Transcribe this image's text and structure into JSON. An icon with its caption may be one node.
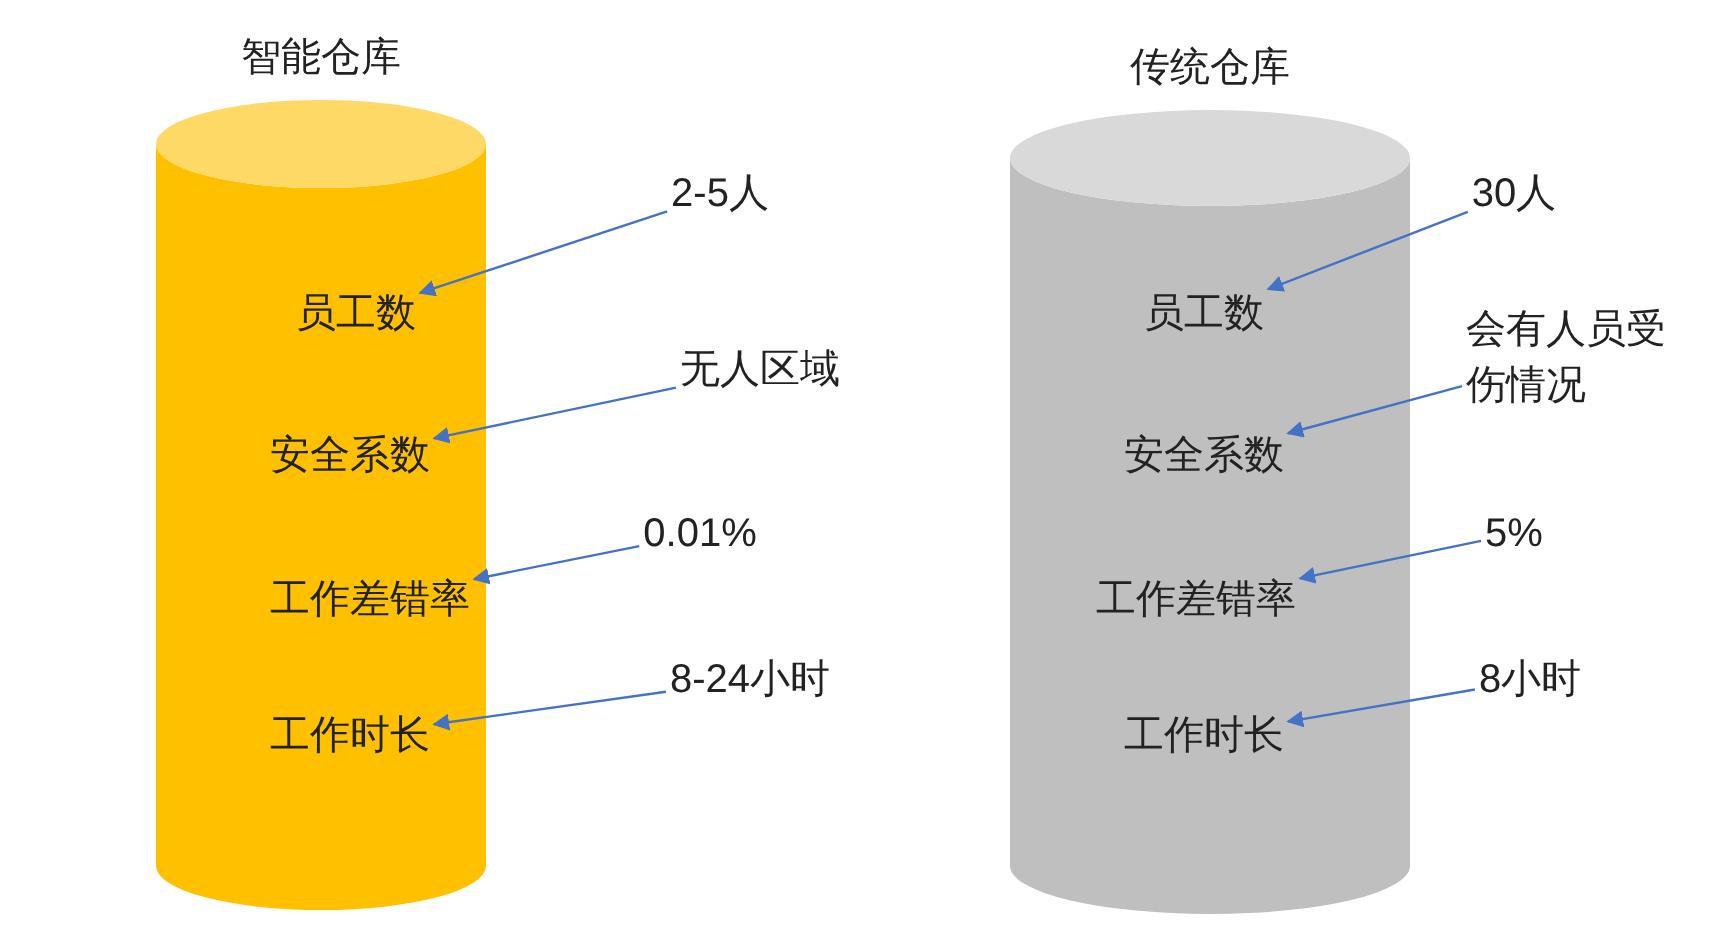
{
  "diagram": {
    "nodes": [
      {
        "text": [
          "智能仓库"
        ]
      },
      {
        "text": [
          "员工数"
        ],
        "in": 0
      },
      {
        "text": [
          "安全系数"
        ],
        "in": 0
      },
      {
        "text": [
          "工作差错率"
        ],
        "in": 0
      },
      {
        "text": [
          "工作时长"
        ],
        "in": 0
      },
      {
        "text": [
          "2-5人"
        ]
      },
      {
        "text": [
          "无人区域"
        ]
      },
      {
        "text": [
          "0.01%"
        ]
      },
      {
        "text": [
          "8-24小时"
        ]
      },
      {
        "text": [
          "传统仓库"
        ]
      },
      {
        "text": [
          "员工数"
        ],
        "in": 9
      },
      {
        "text": [
          "安全系数"
        ],
        "in": 9
      },
      {
        "text": [
          "工作差错率"
        ],
        "in": 9
      },
      {
        "text": [
          "工作时长"
        ],
        "in": 9
      },
      {
        "text": [
          "30人"
        ]
      },
      {
        "text": [
          "会有人员受伤情况"
        ]
      },
      {
        "text": [
          "5%"
        ]
      },
      {
        "text": [
          "8小时"
        ]
      }
    ],
    "edges": [
      {
        "from": 5,
        "to": 1,
        "arrow": "to"
      },
      {
        "from": 6,
        "to": 2,
        "arrow": "to"
      },
      {
        "from": 7,
        "to": 3,
        "arrow": "to"
      },
      {
        "from": 8,
        "to": 4,
        "arrow": "to"
      },
      {
        "from": 14,
        "to": 10,
        "arrow": "to"
      },
      {
        "from": 15,
        "to": 11,
        "arrow": "to"
      },
      {
        "from": 16,
        "to": 12,
        "arrow": "to"
      },
      {
        "from": 17,
        "to": 13,
        "arrow": "to"
      }
    ]
  }
}
